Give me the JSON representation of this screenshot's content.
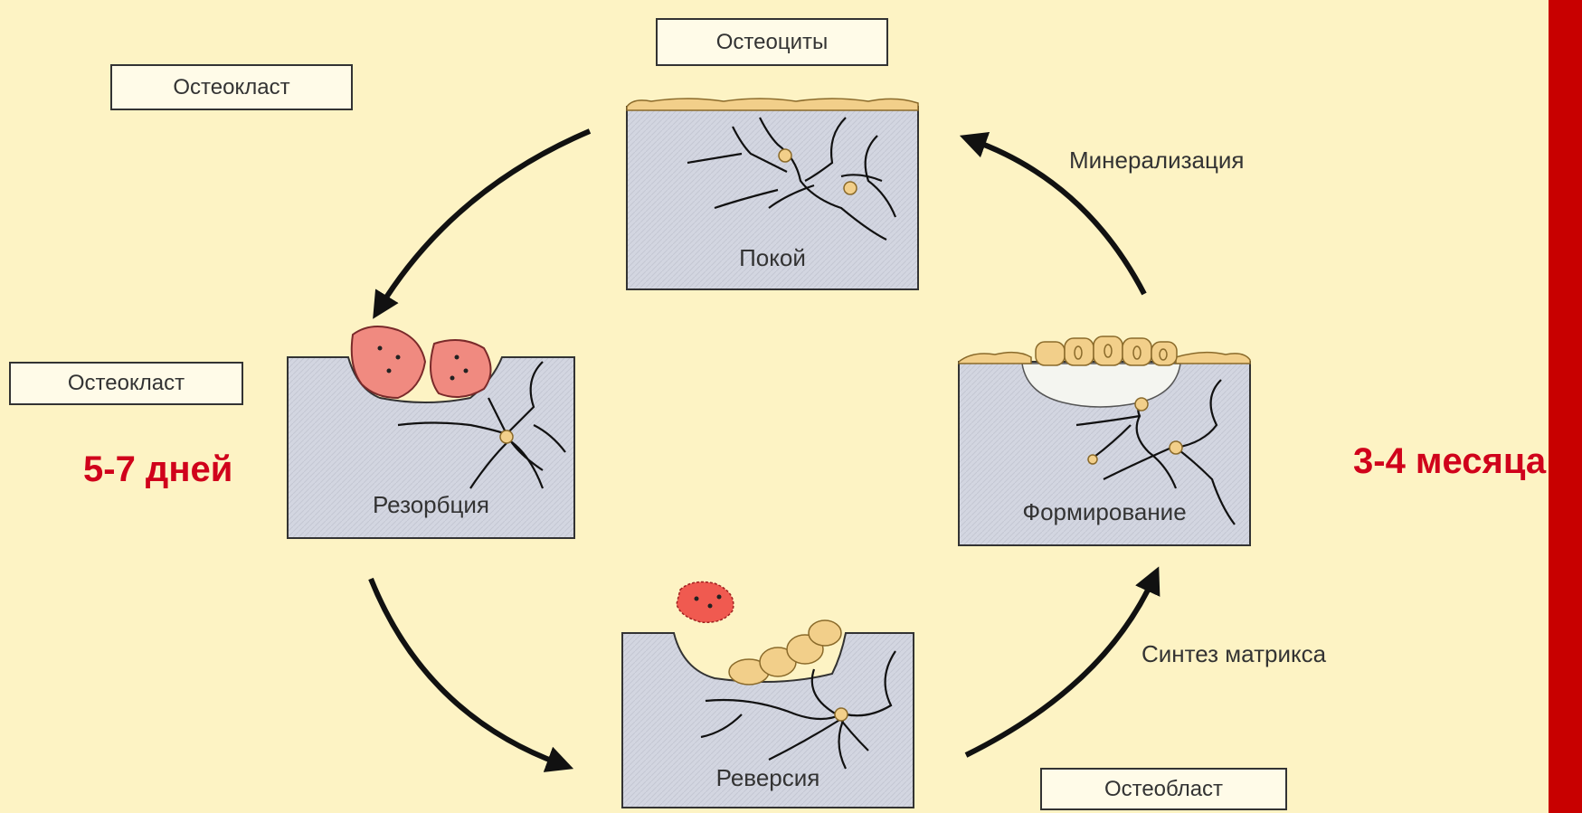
{
  "labels": {
    "osteocytes": "Остеоциты",
    "osteoclast_top": "Остеокласт",
    "osteoclast_left": "Остеокласт",
    "osteoblast": "Остеобласт",
    "mineralization": "Минерализация",
    "matrix_synthesis": "Синтез матрикса"
  },
  "stages": {
    "rest": "Покой",
    "resorption": "Резорбция",
    "reversal": "Реверсия",
    "formation": "Формирование"
  },
  "durations": {
    "resorption": "5-7 дней",
    "formation": "3-4 месяца"
  },
  "colors": {
    "background": "#fdf3c4",
    "bone": "#d3d6e1",
    "duration_text": "#d0021b",
    "red_bar": "#c80000",
    "osteoclast": "#f08a80",
    "osteoblast": "#f2cf8a"
  }
}
